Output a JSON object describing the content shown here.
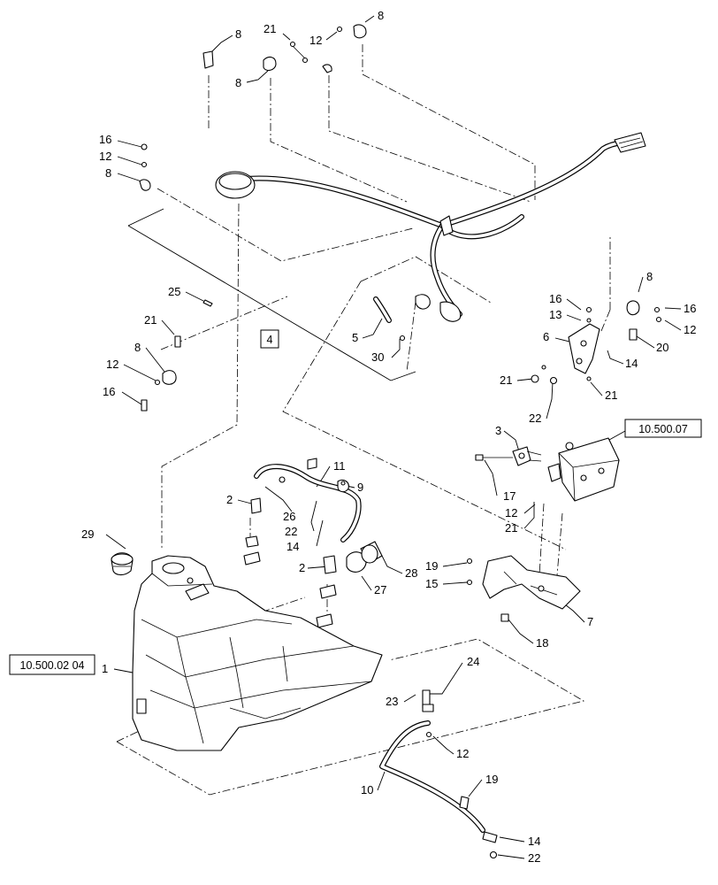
{
  "callouts": [
    {
      "id": "c-8a",
      "label": "8"
    },
    {
      "id": "c-21a",
      "label": "21"
    },
    {
      "id": "c-12a",
      "label": "12"
    },
    {
      "id": "c-8b",
      "label": "8"
    },
    {
      "id": "c-8c",
      "label": "8"
    },
    {
      "id": "c-16a",
      "label": "16"
    },
    {
      "id": "c-12b",
      "label": "12"
    },
    {
      "id": "c-8d",
      "label": "8"
    },
    {
      "id": "c-25",
      "label": "25"
    },
    {
      "id": "c-21b",
      "label": "21"
    },
    {
      "id": "c-8e",
      "label": "8"
    },
    {
      "id": "c-12c",
      "label": "12"
    },
    {
      "id": "c-16b",
      "label": "16"
    },
    {
      "id": "c-5",
      "label": "5"
    },
    {
      "id": "c-30",
      "label": "30"
    },
    {
      "id": "c-8f",
      "label": "8"
    },
    {
      "id": "c-16c",
      "label": "16"
    },
    {
      "id": "c-13",
      "label": "13"
    },
    {
      "id": "c-16d",
      "label": "16"
    },
    {
      "id": "c-6",
      "label": "6"
    },
    {
      "id": "c-12d",
      "label": "12"
    },
    {
      "id": "c-20",
      "label": "20"
    },
    {
      "id": "c-14a",
      "label": "14"
    },
    {
      "id": "c-21c",
      "label": "21"
    },
    {
      "id": "c-21d",
      "label": "21"
    },
    {
      "id": "c-22a",
      "label": "22"
    },
    {
      "id": "c-3",
      "label": "3"
    },
    {
      "id": "c-11",
      "label": "11"
    },
    {
      "id": "c-9",
      "label": "9"
    },
    {
      "id": "c-2a",
      "label": "2"
    },
    {
      "id": "c-26",
      "label": "26"
    },
    {
      "id": "c-22b",
      "label": "22"
    },
    {
      "id": "c-14b",
      "label": "14"
    },
    {
      "id": "c-17",
      "label": "17"
    },
    {
      "id": "c-12e",
      "label": "12"
    },
    {
      "id": "c-21e",
      "label": "21"
    },
    {
      "id": "c-29",
      "label": "29"
    },
    {
      "id": "c-2b",
      "label": "2"
    },
    {
      "id": "c-28",
      "label": "28"
    },
    {
      "id": "c-27",
      "label": "27"
    },
    {
      "id": "c-19a",
      "label": "19"
    },
    {
      "id": "c-15",
      "label": "15"
    },
    {
      "id": "c-7",
      "label": "7"
    },
    {
      "id": "c-18",
      "label": "18"
    },
    {
      "id": "c-1",
      "label": "1"
    },
    {
      "id": "c-24",
      "label": "24"
    },
    {
      "id": "c-23",
      "label": "23"
    },
    {
      "id": "c-12f",
      "label": "12"
    },
    {
      "id": "c-10",
      "label": "10"
    },
    {
      "id": "c-19b",
      "label": "19"
    },
    {
      "id": "c-14c",
      "label": "14"
    },
    {
      "id": "c-22c",
      "label": "22"
    }
  ],
  "reference_boxes": [
    {
      "id": "ref-4",
      "label": "4"
    },
    {
      "id": "ref-10-500-07",
      "label": "10.500.07"
    },
    {
      "id": "ref-10-500-02-04",
      "label": "10.500.02 04"
    }
  ]
}
